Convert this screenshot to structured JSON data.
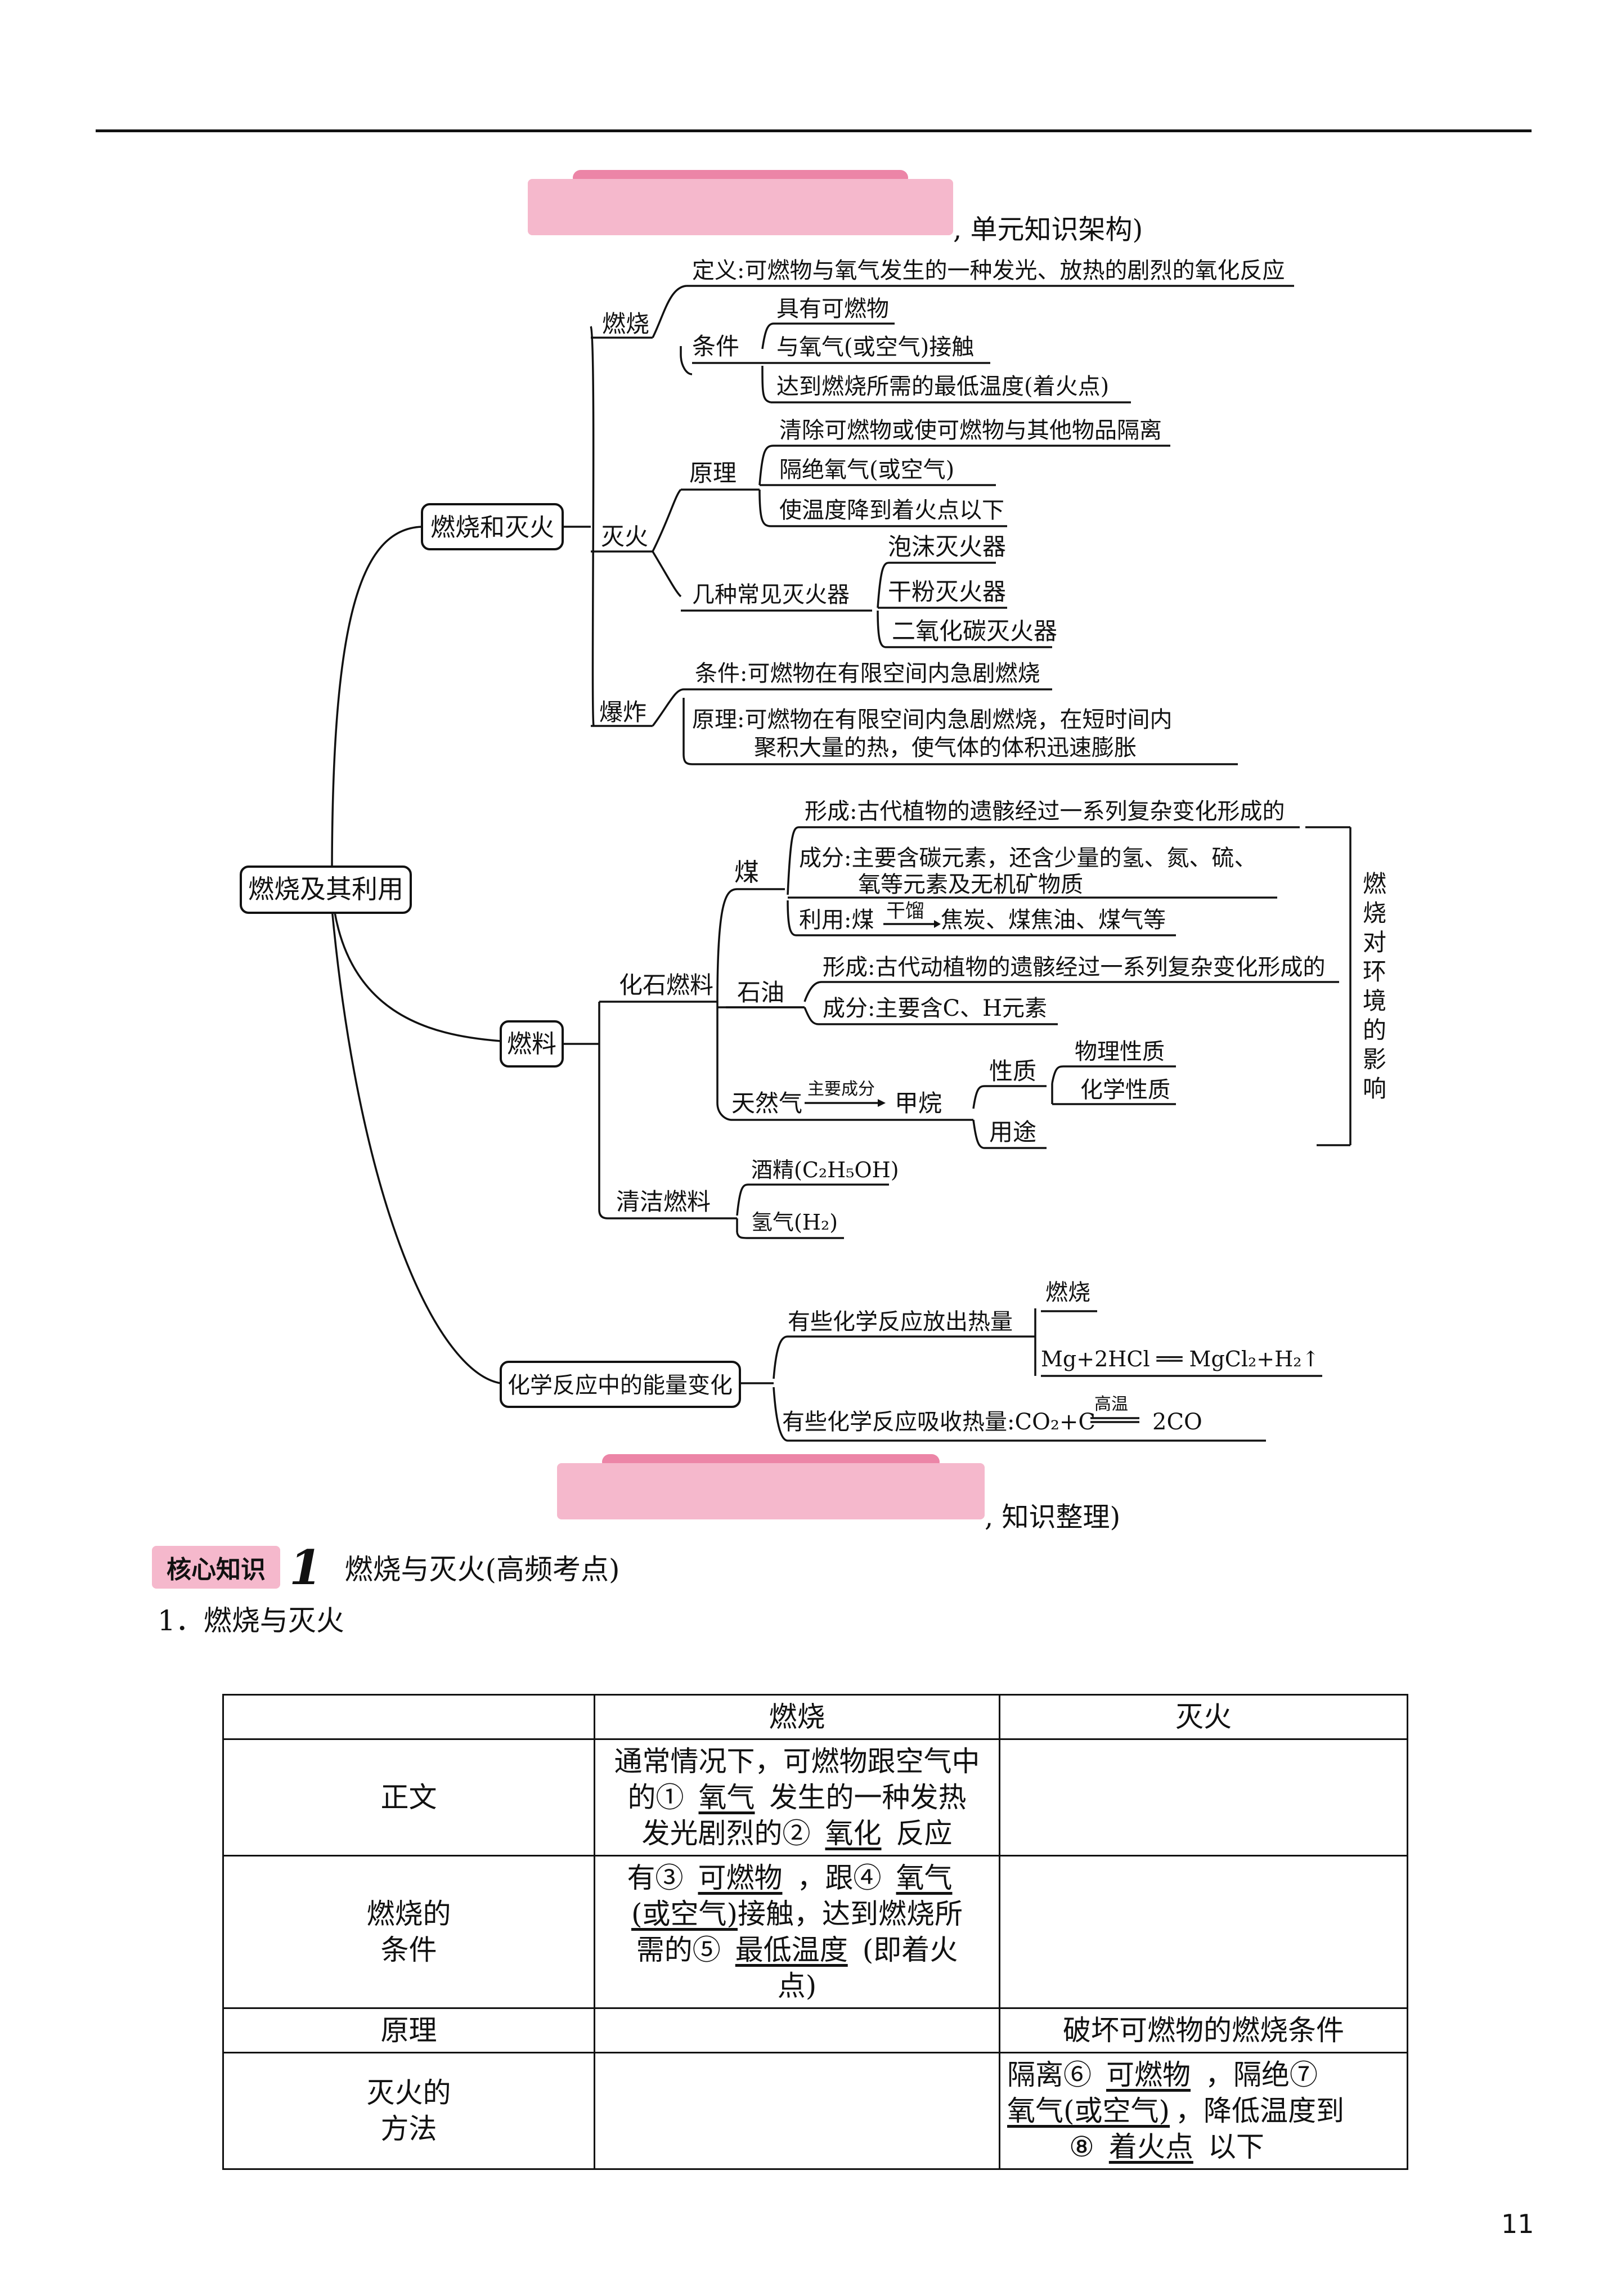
{
  "banners": {
    "architecture": ", 单元知识架构)",
    "review": ", 知识整理)"
  },
  "mindmap": {
    "root": "燃烧及其利用",
    "burning_and_fire": {
      "label": "燃烧和灭火",
      "burning": "燃烧",
      "definition": "定义:可燃物与氧气发生的一种发光、放热的剧烈的氧化反应",
      "conditions_label": "条件",
      "conditions": [
        "具有可燃物",
        "与氧气(或空气)接触",
        "达到燃烧所需的最低温度(着火点)"
      ],
      "extinguish": "灭火",
      "principle_label": "原理",
      "principles": [
        "清除可燃物或使可燃物与其他物品隔离",
        "隔绝氧气(或空气)",
        "使温度降到着火点以下"
      ],
      "extinguishers_label": "几种常见灭火器",
      "extinguishers": [
        "泡沫灭火器",
        "干粉灭火器",
        "二氧化碳灭火器"
      ],
      "explosion": "爆炸",
      "explosion_condition": "条件:可燃物在有限空间内急剧燃烧",
      "explosion_principle_1": "原理:可燃物在有限空间内急剧燃烧，在短时间内",
      "explosion_principle_2": "聚积大量的热，使气体的体积迅速膨胀"
    },
    "fuel": {
      "label": "燃料",
      "fossil": "化石燃料",
      "coal": "煤",
      "coal_formation": "形成:古代植物的遗骸经过一系列复杂变化形成的",
      "coal_composition_1": "成分:主要含碳元素，还含少量的氢、氮、硫、",
      "coal_composition_2": "氧等元素及无机矿物质",
      "coal_use_prefix": "利用:煤",
      "coal_use_condition": "干馏",
      "coal_use_products": "焦炭、煤焦油、煤气等",
      "oil": "石油",
      "oil_formation": "形成:古代动植物的遗骸经过一系列复杂变化形成的",
      "oil_composition": "成分:主要含C、H元素",
      "gas": "天然气",
      "gas_arrow": "主要成分",
      "methane": "甲烷",
      "properties": "性质",
      "physical": "物理性质",
      "chemical": "化学性质",
      "uses": "用途",
      "clean": "清洁燃料",
      "alcohol": "酒精(C₂H₅OH)",
      "hydrogen": "氢气(H₂)",
      "impact": "燃烧对环境的影响"
    },
    "energy": {
      "label": "化学反应中的能量变化",
      "release": "有些化学反应放出热量",
      "release_example_head": "燃烧",
      "release_example": "Mg+2HCl ══ MgCl₂+H₂↑",
      "absorb": "有些化学反应吸收热量:CO₂+C",
      "absorb_condition": "高温",
      "absorb_product": "2CO"
    }
  },
  "section": {
    "badge": "核心知识",
    "number": "1",
    "title": "燃烧与灭火(高频考点)",
    "subheading": "1．燃烧与灭火"
  },
  "table": {
    "headers": [
      "",
      "燃烧",
      "灭火"
    ],
    "r1": {
      "label": "正文",
      "c1_line1": "通常情况下，可燃物跟空气中",
      "c1_line2_pre": "的①",
      "a1": "氧气",
      "c1_line2_post": "发生的一种发热",
      "c1_line3_pre": "发光剧烈的②",
      "a2": "氧化",
      "c1_line3_post": "反应"
    },
    "r2": {
      "label_1": "燃烧的",
      "label_2": "条件",
      "pre3": "有③",
      "a3": "可燃物",
      "mid1": "，跟④",
      "a4a": "氧气",
      "a4b": "(或空气)",
      "mid2": "接触，达到燃烧所",
      "pre5": "需的⑤",
      "a5": "最低温度",
      "post5": "(即着火",
      "tail": "点)"
    },
    "r3": {
      "label": "原理",
      "c2": "破坏可燃物的燃烧条件"
    },
    "r4": {
      "label_1": "灭火的",
      "label_2": "方法",
      "pre6": "隔离⑥",
      "a6": "可燃物",
      "mid6": "，隔绝⑦",
      "a7": "氧气(或空气)",
      "mid7": "，降低温度到",
      "pre8": "⑧",
      "a8": "着火点",
      "post8": "以下"
    }
  },
  "page_number": "11"
}
